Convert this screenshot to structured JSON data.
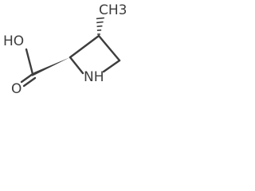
{
  "molecule": {
    "atoms": {
      "methyl": "CH3",
      "hydroxyl": "HO",
      "carbonyl_oxygen": "O",
      "ring_nitrogen": "NH"
    },
    "ink_color": "#3d3d3d",
    "background": "#ffffff"
  }
}
